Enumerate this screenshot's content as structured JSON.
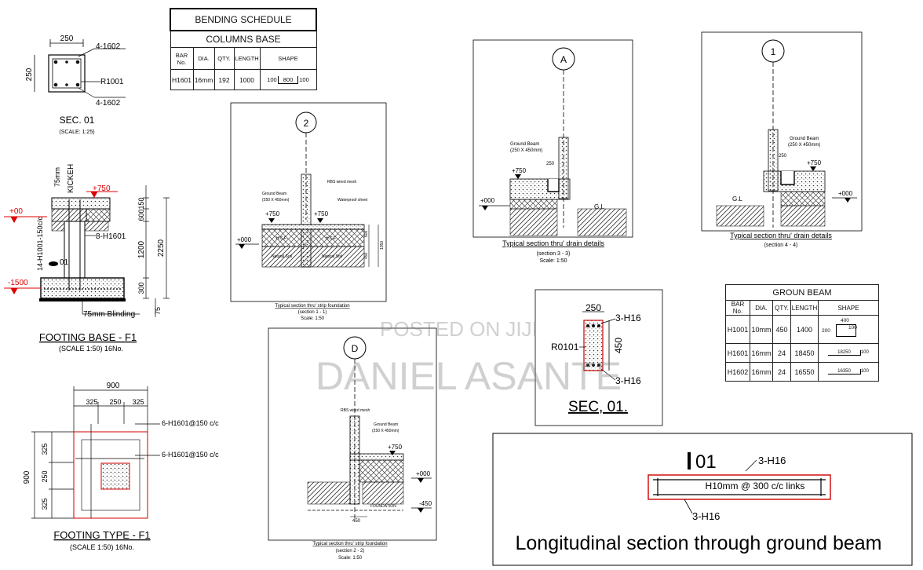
{
  "bending_schedule": {
    "title": "BENDING  SCHEDULE",
    "subtitle": "COLUMNS BASE",
    "headers": [
      "BAR No.",
      "DIA.",
      "QTY.",
      "LENGTH",
      "SHAPE"
    ],
    "row": {
      "bar": "H1601",
      "dia": "16mm",
      "qty": "192",
      "length": "1000",
      "shape_left": "100",
      "shape_mid": "800",
      "shape_right": "100"
    }
  },
  "groun_beam": {
    "title": "GROUN BEAM",
    "headers": [
      "BAR No.",
      "DIA.",
      "QTY.",
      "LENGTH",
      "SHAPE"
    ],
    "rows": [
      {
        "bar": "H1001",
        "dia": "10mm",
        "qty": "450",
        "length": "1400",
        "shape_a": "400",
        "shape_b": "100",
        "shape_c": "200"
      },
      {
        "bar": "H1601",
        "dia": "16mm",
        "qty": "24",
        "length": "18450",
        "shape_a": "18250",
        "shape_b": "100"
      },
      {
        "bar": "H1602",
        "dia": "16mm",
        "qty": "24",
        "length": "16550",
        "shape_a": "16350",
        "shape_b": "100"
      }
    ]
  },
  "sec01_small": {
    "dim": "250",
    "dim_side": "250",
    "top": "4-1602",
    "bottom": "4-1602",
    "link": "R1001",
    "title": "SEC. 01",
    "scale": "(SCALE: 1:25)"
  },
  "footing_base": {
    "title": "FOOTING BASE - F1",
    "scale": "(SCALE 1:50) 16No.",
    "kickeh": "KICKEH",
    "kick75": "75mm",
    "lvl_750": "+750",
    "lvl_00": "+00",
    "lvl_1500": "-1500",
    "rebar_v": "14-H1001-150c/c",
    "rebar_h": "8-H1601",
    "mark": "01",
    "blinding": "75mm Blinding",
    "dims": [
      "150",
      "600",
      "1200",
      "300",
      "2250",
      "75"
    ]
  },
  "footing_type": {
    "title": "FOOTING TYPE - F1",
    "scale": "(SCALE 1:50)  16No.",
    "dim_top": "900",
    "dims_top": [
      "325",
      "250",
      "325"
    ],
    "dim_side": "900",
    "dims_side": [
      "325",
      "250",
      "325"
    ],
    "rebar1": "6-H1601@150 c/c",
    "rebar2": "6-H1601@150 c/c"
  },
  "section2": {
    "marker": "2",
    "ground_beam": "Ground Beam",
    "beam_size": "(250 X 450mm)",
    "brs": "RBS wired mesh",
    "wp": "Waterproof sheet",
    "lvl1": "+750",
    "lvl2": "+750",
    "lvl0": "+000",
    "hcf": "H.C.F",
    "fill": "Natural Soil",
    "dims": [
      "600",
      "450",
      "1050"
    ],
    "caption": "Typical section thru' strip foundation",
    "sub": "(section  1 - 1)",
    "scale": "Scale: 1:50"
  },
  "sectionA": {
    "marker": "A",
    "ground_beam": "Ground Beam",
    "beam_size": "(250 X 450mm)",
    "lvl750": "+750",
    "lvl000": "+000",
    "dim": "250",
    "gl": "G.L",
    "caption": "Typical section thru' drain details",
    "sub": "(section  3 - 3)",
    "scale": "Scale: 1:50"
  },
  "section1": {
    "marker": "1",
    "ground_beam": "Ground Beam",
    "beam_size": "(250 X 450mm)",
    "lvl750": "+750",
    "lvl000": "+000",
    "dim": "250",
    "gl": "G.L",
    "caption": "Typical section thru' drain details",
    "sub": "(section  4 - 4)"
  },
  "sectionD": {
    "marker": "D",
    "brs": "RBS wired mesh",
    "ground_beam": "Ground Beam",
    "beam_size": "(250 X 450mm)",
    "lvl750": "+750",
    "lvl000": "+000",
    "lvl450": "-450",
    "dim": "450",
    "foundation": "FOUNDATION",
    "caption": "Typical section thru' strip foundation",
    "sub": "(section  2 - 2)",
    "scale": "Scale: 1:50"
  },
  "sec01_big": {
    "dim_top": "250",
    "dim_side": "450",
    "top": "3-H16",
    "bottom": "3-H16",
    "link": "R0101",
    "title": "SEC, 01."
  },
  "longitudinal": {
    "mark": "01",
    "top": "3-H16",
    "links": "H10mm @ 300 c/c links",
    "bottom": "3-H16",
    "title": "Longitudinal section through ground beam"
  },
  "watermark": {
    "line1": "POSTED ON JIJI",
    "line2": "DANIEL ASANTE"
  }
}
